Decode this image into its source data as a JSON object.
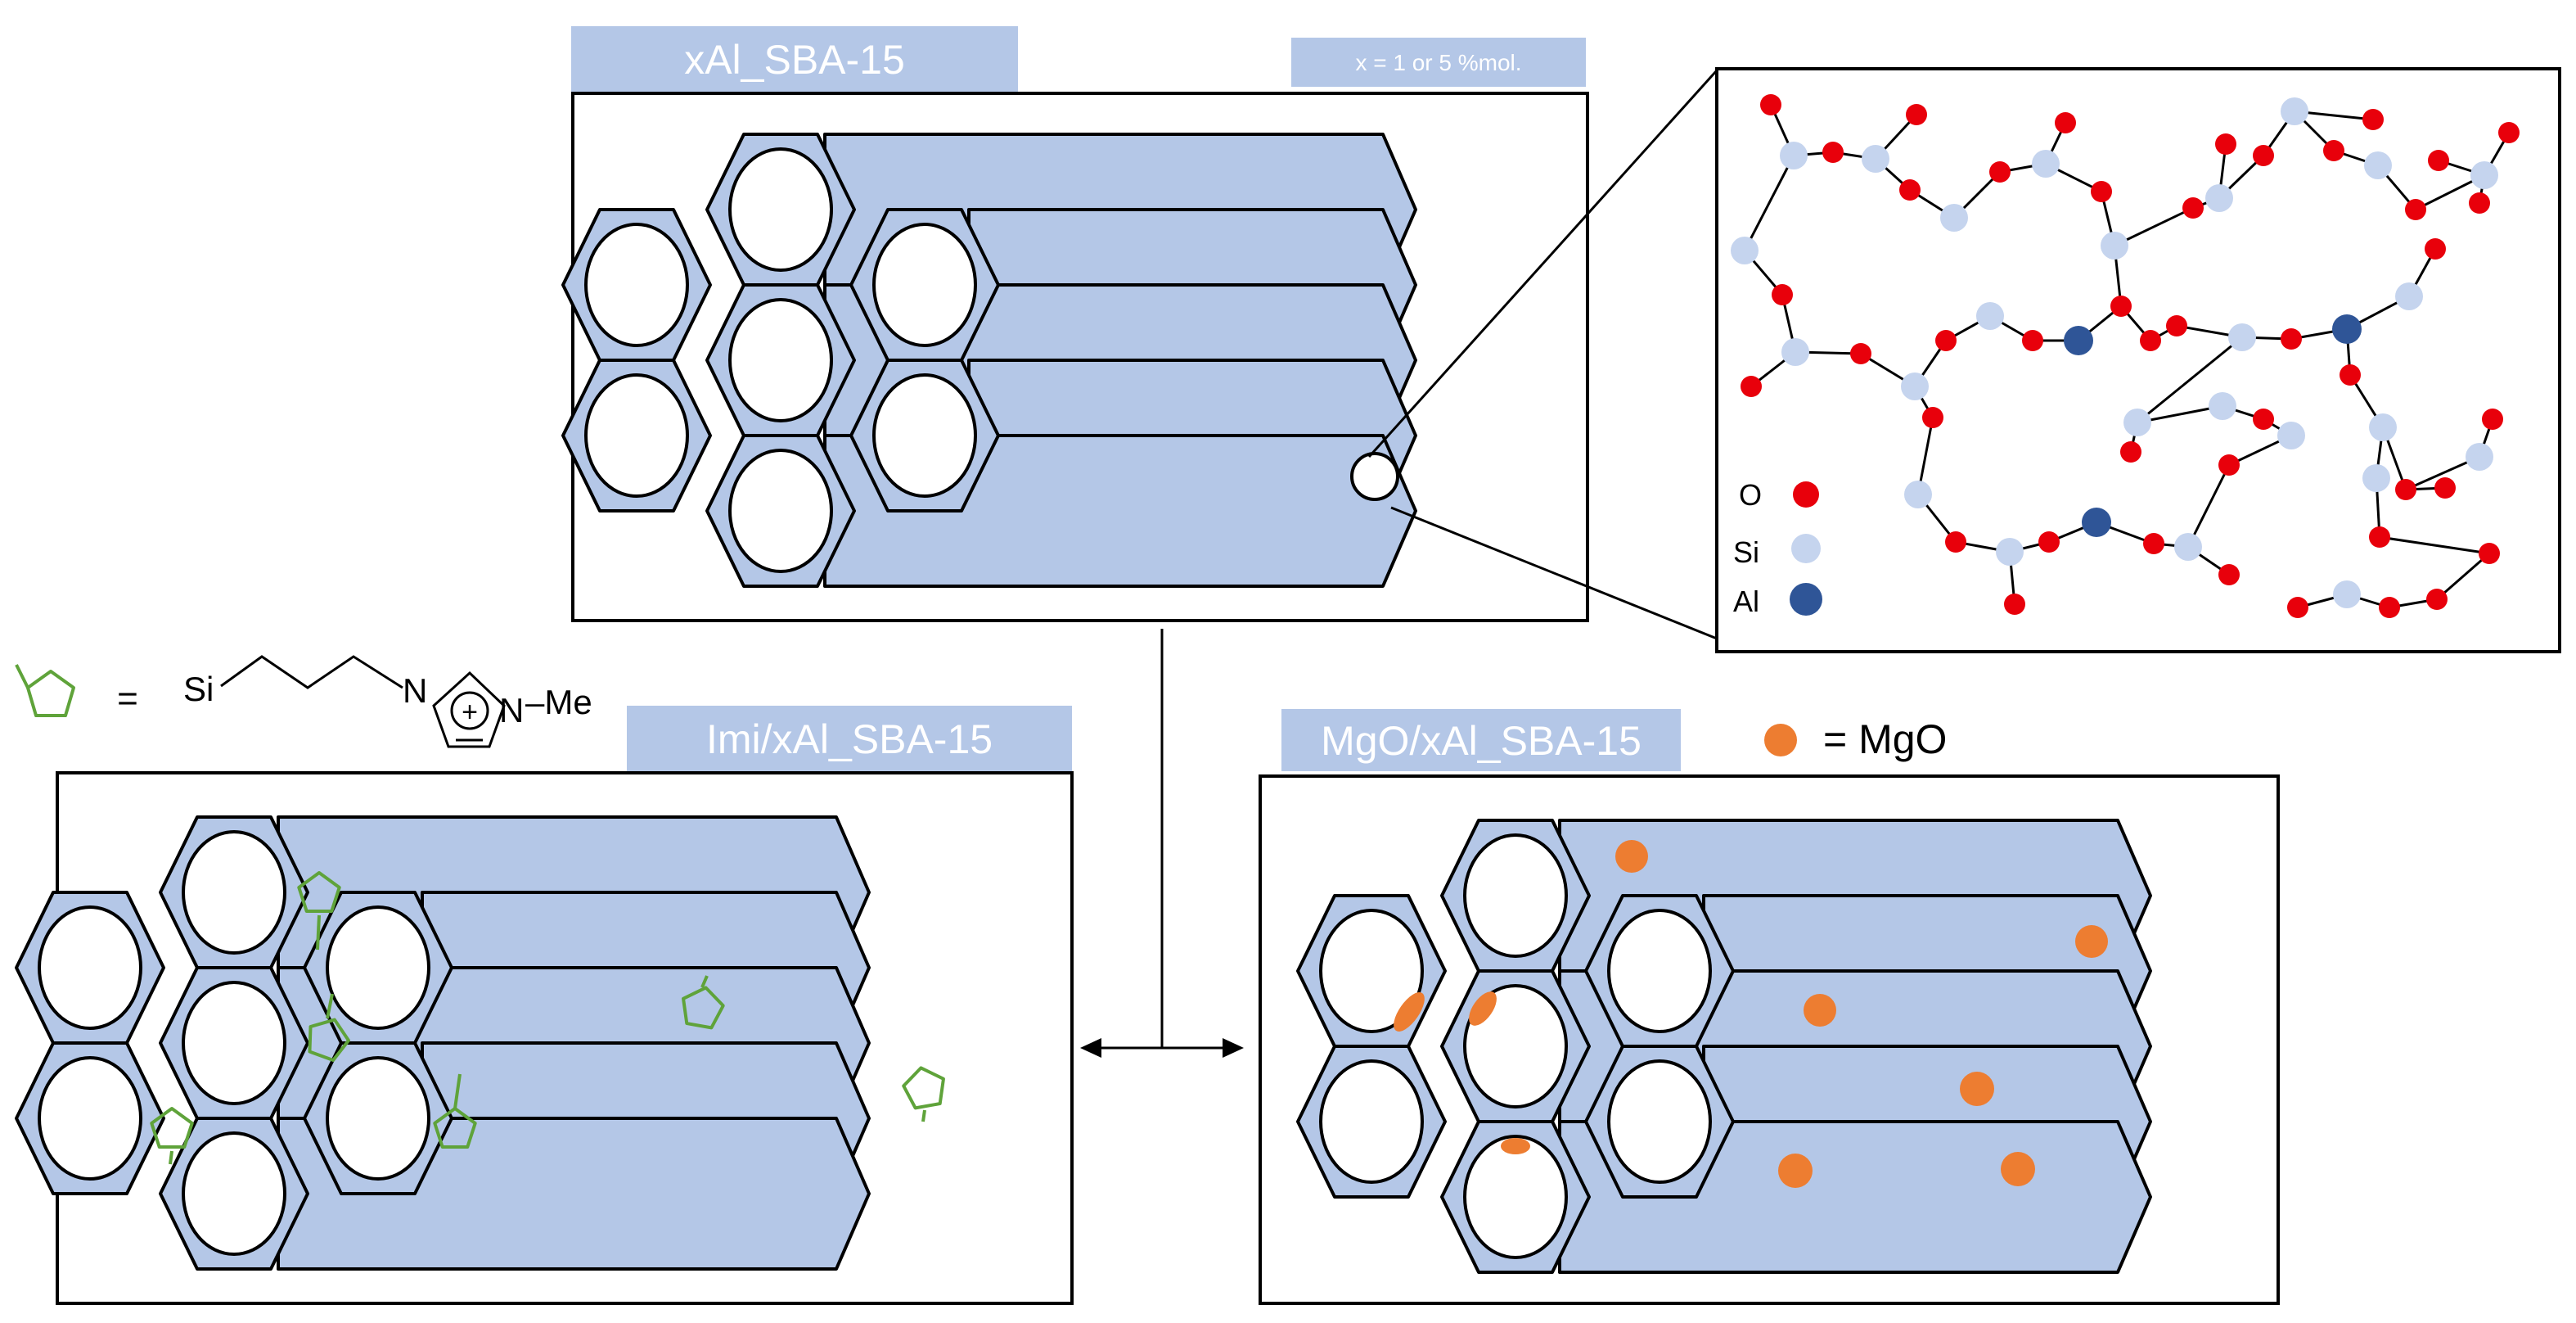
{
  "panels": {
    "top": {
      "title": "xAl_SBA-15",
      "note": "x = 1 or 5 %mol."
    },
    "left": {
      "title": "Imi/xAl_SBA-15"
    },
    "right": {
      "title": "MgO/xAl_SBA-15"
    }
  },
  "legend": {
    "atoms": [
      {
        "symbol": "O",
        "color": "#e8000b"
      },
      {
        "symbol": "Si",
        "color": "#c5d4ee"
      },
      {
        "symbol": "Al",
        "color": "#2f5597"
      }
    ],
    "mgo": {
      "label": "= MgO",
      "color": "#ed7d31"
    }
  },
  "molecule": {
    "equals": "=",
    "si": "Si",
    "n1": "N",
    "charge": "+",
    "n2": "N",
    "me": "–Me"
  },
  "colors": {
    "silica": "#b4c7e7",
    "imidazolium": "#5fa33a",
    "mgo": "#ed7d31"
  }
}
